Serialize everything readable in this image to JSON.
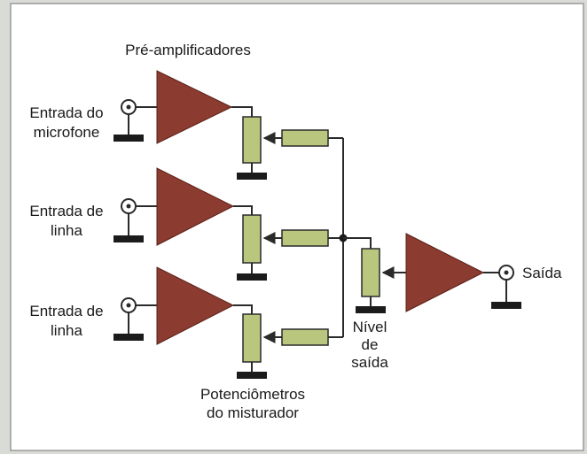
{
  "title": "Pré-amplificadores",
  "inputs": [
    {
      "line1": "Entrada do",
      "line2": "microfone"
    },
    {
      "line1": "Entrada de",
      "line2": "linha"
    },
    {
      "line1": "Entrada de",
      "line2": "linha"
    }
  ],
  "mixer_label": {
    "line1": "Potenciômetros",
    "line2": "do misturador"
  },
  "output_level_label": {
    "line1": "Nível",
    "line2": "de",
    "line3": "saída"
  },
  "output_label": "Saída",
  "colors": {
    "amplifier": "#8b3b2f",
    "resistor": "#b9c67e",
    "ground": "#1b1b1b",
    "wire": "#2a2a2a",
    "panel": "#ffffff",
    "page_background": "#d9dbd6"
  }
}
